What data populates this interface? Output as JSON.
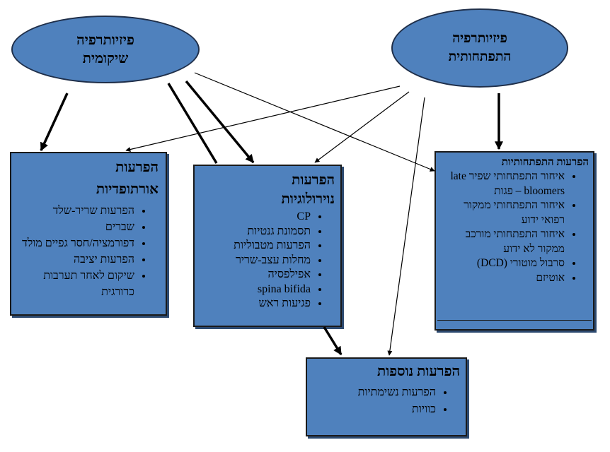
{
  "ellipses": {
    "rehab": {
      "line1": "פיזיותרפיה",
      "line2": "שיקומית"
    },
    "developmental": {
      "line1": "פיזיותרפיה",
      "line2": "התפתחותית"
    }
  },
  "boxes": {
    "orthopedic": {
      "title_line1": "הפרעות",
      "title_line2": "אורתופדיות",
      "items": [
        "הפרעות שריר-שלד",
        "שברים",
        "דפורמציה/חסר גפיים מולד",
        "הפרעות יציבה",
        "שיקום לאחר תערבות כרורגית"
      ]
    },
    "neurological": {
      "title_line1": "הפרעות",
      "title_line2": "נוירולוגיות",
      "items": [
        "CP",
        "תסמונת גנטיות",
        "הפרעות מטבוליות",
        "מחלות עצב-שריר",
        "אפילפסיה",
        "spina bifida",
        "פגיעות ראש"
      ]
    },
    "developmental": {
      "title": "הפרעות התפתחותיות",
      "items": [
        "איחור התפתחותי שפיר late bloomers – פגות",
        "איחור התפתחותי ממקור רפואי ידוע",
        "איחור התפתחותי מורכב ממקור לא ידוע",
        "סרבול מוטורי (DCD)",
        "אוטיזם"
      ]
    },
    "additional": {
      "title": "הפרעות נוספות",
      "items": [
        "הפרעות נשימתיות",
        "כוויות"
      ]
    }
  },
  "colors": {
    "fill": "#4f81bd",
    "border": "#1a1a1a",
    "arrow": "#000000"
  }
}
